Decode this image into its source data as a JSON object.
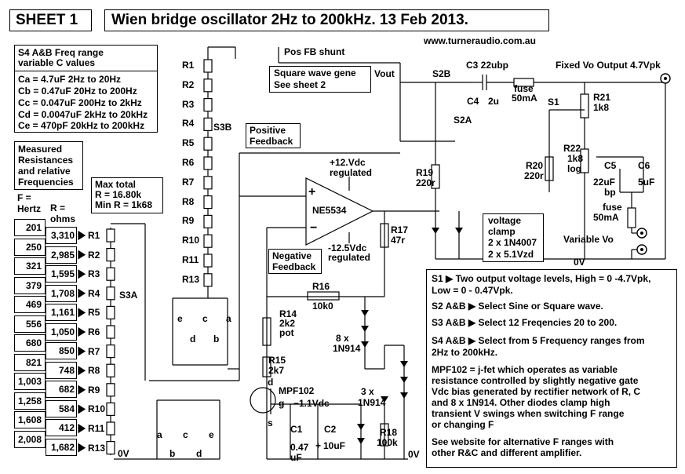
{
  "sheet_label": "SHEET 1",
  "title": "Wien bridge oscillator 2Hz to 200kHz. 13 Feb 2013.",
  "website": "www.turneraudio.com.au",
  "s4_box": {
    "heading": [
      "S4 A&B Freq range",
      "variable C values"
    ],
    "rows": [
      "Ca = 4.7uF 2Hz to 20Hz",
      "Cb = 0.47uF 20Hz to 200Hz",
      "Cc = 0.047uF 200Hz to 2kHz",
      "Cd = 0.0047uF 2kHz to 20kHz",
      "Ce = 470pF 20kHz to 200kHz"
    ]
  },
  "measured_box": {
    "heading": [
      "Measured",
      "Resistances",
      "and relative",
      "Frequencies"
    ],
    "col_f": [
      "F =",
      "Hertz"
    ],
    "col_r": [
      "R =",
      "ohms"
    ],
    "freqs": [
      "201",
      "250",
      "321",
      "379",
      "469",
      "556",
      "680",
      "821",
      "1,003",
      "1,258",
      "1,608",
      "2,008"
    ],
    "ohms": [
      "3,310",
      "2,985",
      "1,595",
      "1,708",
      "1,161",
      "1,050",
      "850",
      "748",
      "682",
      "584",
      "412",
      "1,682"
    ]
  },
  "max_box": [
    "Max total",
    "R = 16.80k",
    "Min R = 1k68"
  ],
  "r_left": [
    "R1",
    "R2",
    "R3",
    "R4",
    "R5",
    "R6",
    "R7",
    "R8",
    "R9",
    "R10",
    "R11",
    "R13"
  ],
  "r_right": [
    "R1",
    "R2",
    "R3",
    "R4",
    "R5",
    "R6",
    "R7",
    "R8",
    "R9",
    "R10",
    "R11",
    "R13"
  ],
  "s3a": "S3A",
  "s3b": "S3B",
  "zero_v_left": "0V",
  "zero_v_mid": "0V",
  "zero_v_right": "0V",
  "cap_labels_left": [
    "a",
    "b",
    "c",
    "d",
    "e"
  ],
  "cap_labels_mid": [
    "e",
    "d",
    "c",
    "b",
    "a"
  ],
  "pos_fb_shunt": "Pos FB shunt",
  "square_box": [
    "Square wave gene",
    "See sheet 2"
  ],
  "vout": "Vout",
  "positive_fb": [
    "Positive",
    "Feedback"
  ],
  "negative_fb": [
    "Negative",
    "Feedback"
  ],
  "opamp": "NE5534",
  "plus": "+",
  "minus": "−",
  "supply_pos": [
    "+12.Vdc",
    "regulated"
  ],
  "supply_neg": [
    "-12.5Vdc",
    "regulated"
  ],
  "r17": [
    "R17",
    "47r"
  ],
  "r16": [
    "R16",
    "10k0"
  ],
  "r14": [
    "R14",
    "2k2",
    "pot"
  ],
  "r15": [
    "R15",
    "2k7"
  ],
  "diodes_8": [
    "8 x",
    "1N914"
  ],
  "diodes_3": [
    "3 x",
    "1N914"
  ],
  "mpf": "MPF102",
  "d_label": "d",
  "g_label": "g",
  "s_label": "s",
  "gate_v": "−1.1Vdc",
  "c1": [
    "C1",
    "0.47",
    "uF"
  ],
  "c2": [
    "C2",
    "+",
    "10uF"
  ],
  "r18": [
    "R18",
    "100k"
  ],
  "s2b": "S2B",
  "s2a": "S2A",
  "c3": "C3 22ubp",
  "c4": [
    "C4",
    "2u"
  ],
  "fuse1": [
    "fuse",
    "50mA"
  ],
  "s1": "S1",
  "fixed_out": "Fixed Vo Output  4.7Vpk",
  "r21": [
    "R21",
    "1k8"
  ],
  "r22": [
    "R22",
    "1k8",
    "log"
  ],
  "r20": [
    "R20",
    "220r"
  ],
  "r19": [
    "R19",
    "220r"
  ],
  "c5": [
    "C5",
    "22uF",
    "bp"
  ],
  "c6": [
    "C6",
    "5uF"
  ],
  "fuse2": [
    "fuse",
    "50mA"
  ],
  "variable_vo": "Variable Vo",
  "clamp_box": [
    "voltage",
    "clamp",
    "2 x 1N4007",
    "2 x 5.1Vzd"
  ],
  "notes": [
    "S1 ▶ Two output voltage levels, High = 0 -4.7Vpk,",
    "Low = 0 - 0.47Vpk.",
    "S2 A&B ▶ Select Sine or Square wave.",
    "S3 A&B ▶ Select 12  Freqencies 20 to 200.",
    "S4 A&B ▶ Select from 5 Frequency ranges from",
    "2Hz to 200kHz.",
    "MPF102 = j-fet which operates as variable",
    "resistance controlled by  slightly negative gate",
    "Vdc bias  generated by rectifier network  of R, C",
    "and 8 x 1N914. Other diodes  clamp high",
    "transient   V swings  when switching F range",
    "or changing F",
    "See website for alternative F ranges with",
    "other R&C and different amplifier."
  ]
}
